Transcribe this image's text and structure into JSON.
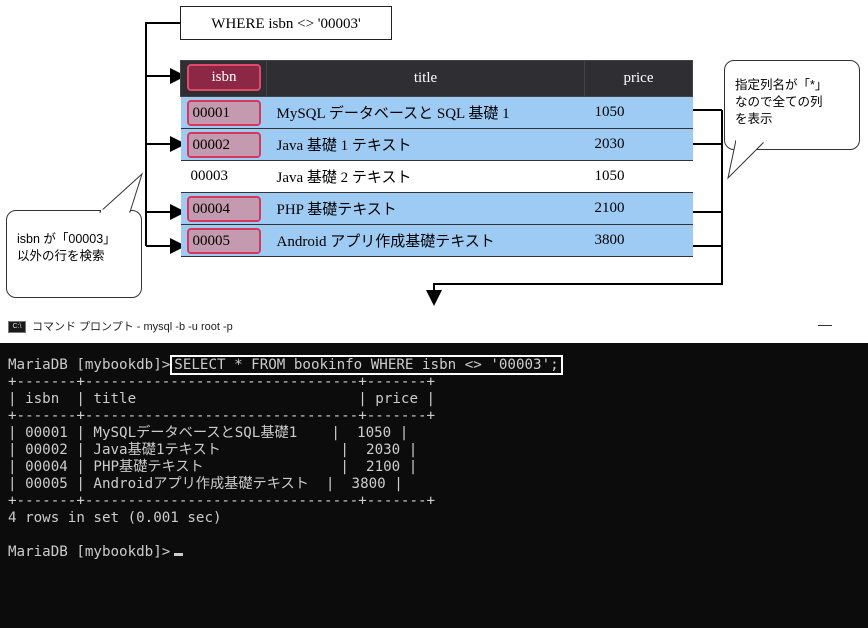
{
  "where_label": "WHERE isbn <> '00003'",
  "table": {
    "headers": [
      "isbn",
      "title",
      "price"
    ],
    "rows": [
      {
        "isbn": "00001",
        "title": "MySQL データベースと SQL 基礎 1",
        "price": "1050",
        "highlighted": true
      },
      {
        "isbn": "00002",
        "title": "Java 基礎 1 テキスト",
        "price": "2030",
        "highlighted": true
      },
      {
        "isbn": "00003",
        "title": "Java 基礎 2 テキスト",
        "price": "1050",
        "highlighted": false
      },
      {
        "isbn": "00004",
        "title": "PHP 基礎テキスト",
        "price": "2100",
        "highlighted": true
      },
      {
        "isbn": "00005",
        "title": "Android アプリ作成基礎テキスト",
        "price": "3800",
        "highlighted": true
      }
    ]
  },
  "bubble_right": [
    "指定列名が「*」",
    "なので全ての列",
    "を表示"
  ],
  "bubble_left": [
    "isbn が「00003」",
    "以外の行を検索"
  ],
  "terminal": {
    "window_title": "コマンド プロンプト - mysql  -b -u root -p",
    "minimize": "—",
    "prompt": "MariaDB [mybookdb]>",
    "command": "SELECT * FROM bookinfo WHERE isbn <> '00003';",
    "table_lines": [
      "+-------+--------------------------------+-------+",
      "| isbn  | title                          | price |",
      "+-------+--------------------------------+-------+",
      "| 00001 | MySQLデータベースとSQL基礎1    |  1050 |",
      "| 00002 | Java基礎1テキスト              |  2030 |",
      "| 00004 | PHP基礎テキスト                |  2100 |",
      "| 00005 | Androidアプリ作成基礎テキスト  |  3800 |",
      "+-------+--------------------------------+-------+"
    ],
    "result": "4 rows in set (0.001 sec)",
    "prompt_end": "MariaDB [mybookdb]>"
  }
}
